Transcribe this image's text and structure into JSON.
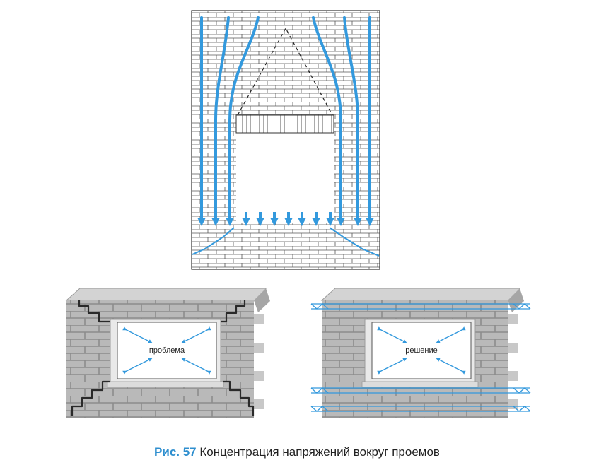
{
  "labels": {
    "problem": "проблема",
    "solution": "решение"
  },
  "caption": {
    "number": "Рис. 57",
    "text": " Концентрация напряжений вокруг проемов"
  },
  "colors": {
    "stress_blue": "#3399dd",
    "brick_face": "#b9b9b9",
    "brick_top": "#d3d3d3",
    "mortar": "#8c8c8c",
    "crack": "#2a2a2a",
    "caption_accent": "#2f8fcf"
  },
  "icons": [
    "down-arrow-icon",
    "double-arrow-icon",
    "mesh-reinforcement-icon"
  ]
}
